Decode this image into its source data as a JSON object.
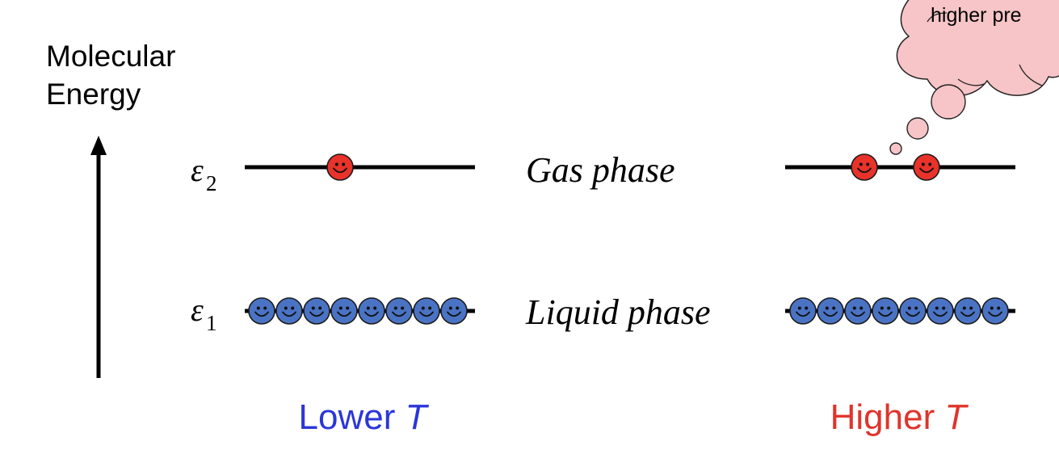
{
  "axis": {
    "label_line1": "Molecular",
    "label_line2": "Energy"
  },
  "levels": {
    "e2": {
      "symbol": "ε",
      "subscript": "2"
    },
    "e1": {
      "symbol": "ε",
      "subscript": "1"
    }
  },
  "phases": {
    "gas": "Gas phase",
    "liquid": "Liquid phase"
  },
  "conditions": {
    "lower": {
      "text": "Lower ",
      "var": "T",
      "color": "#2b36d9"
    },
    "higher": {
      "text": "Higher ",
      "var": "T",
      "color": "#e0342b"
    }
  },
  "thought_bubble": {
    "text": "higher pre",
    "fill": "#f7c5c7"
  },
  "molecules": {
    "lower_T": {
      "gas_count": 1,
      "liquid_count": 8
    },
    "higher_T": {
      "gas_count": 2,
      "liquid_count": 8
    },
    "gas_color": "#e8322a",
    "liquid_color": "#4a73c4"
  }
}
